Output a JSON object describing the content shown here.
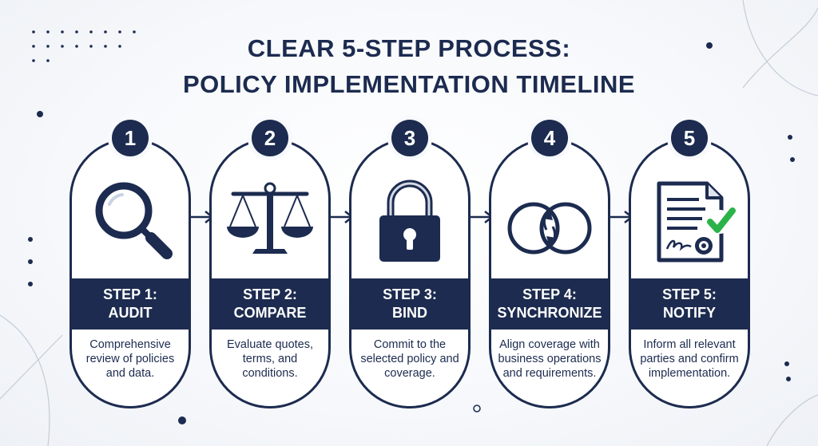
{
  "title_line1": "CLEAR 5-STEP PROCESS:",
  "title_line2": "POLICY IMPLEMENTATION TIMELINE",
  "steps": [
    {
      "number": "1",
      "label_line1": "STEP 1:",
      "label_line2": "AUDIT",
      "description": "Comprehensive review of policies and data.",
      "icon": "magnifying-glass-icon"
    },
    {
      "number": "2",
      "label_line1": "STEP 2:",
      "label_line2": "COMPARE",
      "description": "Evaluate quotes, terms, and conditions.",
      "icon": "balance-scale-icon"
    },
    {
      "number": "3",
      "label_line1": "STEP 3:",
      "label_line2": "BIND",
      "description": "Commit to the selected policy and coverage.",
      "icon": "padlock-icon"
    },
    {
      "number": "4",
      "label_line1": "STEP 4:",
      "label_line2": "SYNCHRONIZE",
      "description": "Align coverage with business operations and requirements.",
      "icon": "sync-circles-icon"
    },
    {
      "number": "5",
      "label_line1": "STEP 5:",
      "label_line2": "NOTIFY",
      "description": "Inform all relevant parties and confirm implementation.",
      "icon": "certified-document-icon"
    }
  ],
  "colors": {
    "navy": "#1c2b4f",
    "check_green": "#2bb34a",
    "background": "#f4f6fa"
  }
}
